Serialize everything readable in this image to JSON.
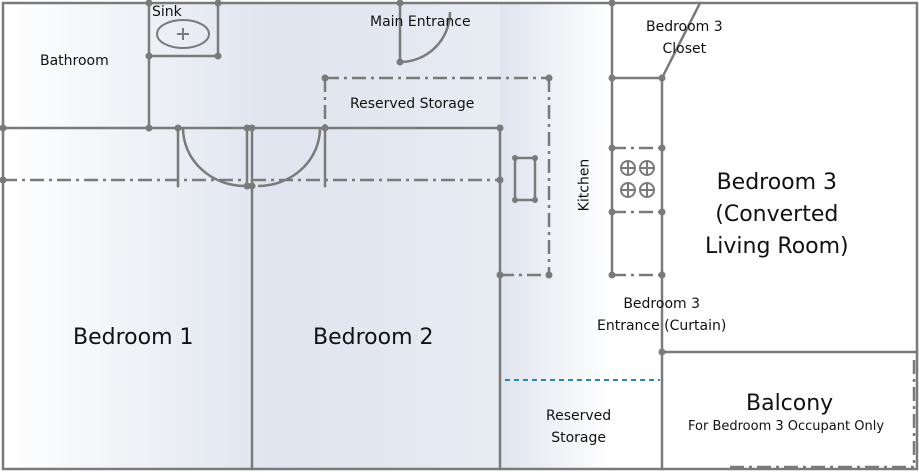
{
  "rooms": {
    "bathroom": "Bathroom",
    "sink": "Sink",
    "main_entrance": "Main Entrance",
    "reserved_storage_top": "Reserved Storage",
    "bedroom3_closet": [
      "Bedroom 3",
      "Closet"
    ],
    "kitchen": "Kitchen",
    "bedroom3": [
      "Bedroom 3",
      "(Converted",
      "Living Room)"
    ],
    "bedroom3_entrance": [
      "Bedroom 3",
      "Entrance (Curtain)"
    ],
    "bedroom1": "Bedroom 1",
    "bedroom2": "Bedroom 2",
    "reserved_storage_bottom": [
      "Reserved",
      "Storage"
    ],
    "balcony": "Balcony",
    "balcony_note": "For Bedroom 3 Occupant Only"
  },
  "colors": {
    "wall": "#7a7a7a",
    "dash": "#7a7a7a",
    "boundary": "#2e86b0",
    "shade": "#dde3ee"
  }
}
